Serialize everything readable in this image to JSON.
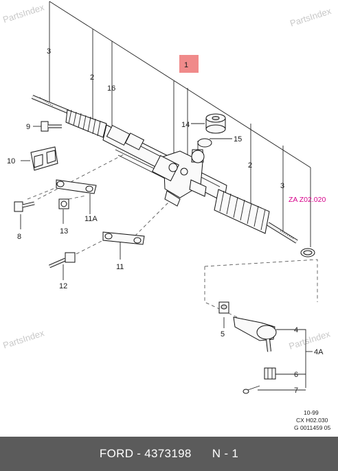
{
  "watermark": {
    "text": "PartsIndex"
  },
  "callouts": {
    "c1": "1",
    "c2a": "2",
    "c2b": "2",
    "c3a": "3",
    "c3b": "3",
    "c4": "4",
    "c4a": "4A",
    "c5": "5",
    "c6": "6",
    "c7": "7",
    "c8": "8",
    "c9": "9",
    "c10": "10",
    "c11": "11",
    "c11a": "11A",
    "c12": "12",
    "c13": "13",
    "c14": "14",
    "c15": "15",
    "c16": "16"
  },
  "highlight_color": "#f08a8a",
  "reference_code": "ZA Z02.020",
  "reference_color": "#d6008a",
  "notes": {
    "line1": "10-99",
    "line2": "CX H02.030",
    "line3": "G 0011459 05"
  },
  "footer": {
    "brand": "FORD",
    "part_number": "4373198",
    "position": "N - 1",
    "background": "#5b5b5b"
  }
}
